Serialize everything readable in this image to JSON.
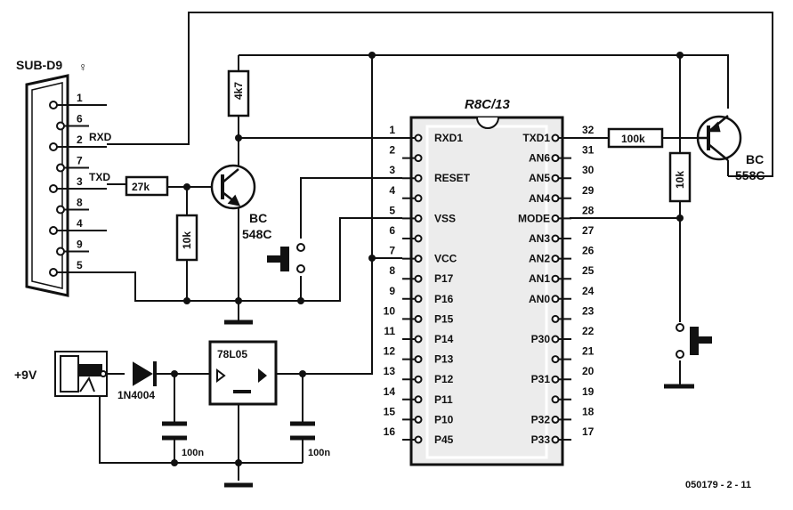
{
  "connector": {
    "title": "SUB-D9",
    "female_symbol": "♀",
    "pins": [
      "1",
      "6",
      "2",
      "7",
      "3",
      "8",
      "4",
      "9",
      "5"
    ],
    "rxd": "RXD",
    "txd": "TXD"
  },
  "chip": {
    "title": "R8C/13",
    "left_pins": [
      {
        "num": "1",
        "name": "RXD1"
      },
      {
        "num": "2",
        "name": ""
      },
      {
        "num": "3",
        "name": "RESET"
      },
      {
        "num": "4",
        "name": ""
      },
      {
        "num": "5",
        "name": "VSS"
      },
      {
        "num": "6",
        "name": ""
      },
      {
        "num": "7",
        "name": "VCC"
      },
      {
        "num": "8",
        "name": "P17"
      },
      {
        "num": "9",
        "name": "P16"
      },
      {
        "num": "10",
        "name": "P15"
      },
      {
        "num": "11",
        "name": "P14"
      },
      {
        "num": "12",
        "name": "P13"
      },
      {
        "num": "13",
        "name": "P12"
      },
      {
        "num": "14",
        "name": "P11"
      },
      {
        "num": "15",
        "name": "P10"
      },
      {
        "num": "16",
        "name": "P45"
      }
    ],
    "right_pins": [
      {
        "num": "32",
        "name": "TXD1"
      },
      {
        "num": "31",
        "name": "AN6"
      },
      {
        "num": "30",
        "name": "AN5"
      },
      {
        "num": "29",
        "name": "AN4"
      },
      {
        "num": "28",
        "name": "MODE"
      },
      {
        "num": "27",
        "name": "AN3"
      },
      {
        "num": "26",
        "name": "AN2"
      },
      {
        "num": "25",
        "name": "AN1"
      },
      {
        "num": "24",
        "name": "AN0"
      },
      {
        "num": "23",
        "name": ""
      },
      {
        "num": "22",
        "name": "P30"
      },
      {
        "num": "21",
        "name": ""
      },
      {
        "num": "20",
        "name": "P31"
      },
      {
        "num": "19",
        "name": ""
      },
      {
        "num": "18",
        "name": "P32"
      },
      {
        "num": "17",
        "name": "P33"
      }
    ]
  },
  "components": {
    "r_4k7": "4k7",
    "r_27k": "27k",
    "r_10k_left": "10k",
    "r_10k_right": "10k",
    "r_100k": "100k",
    "q1_type": "BC",
    "q1_num": "548C",
    "q2_type": "BC",
    "q2_num": "558C",
    "regulator": "78L05",
    "diode": "1N4004",
    "cap1": "100n",
    "cap2": "100n",
    "supply": "+9V"
  },
  "footer": {
    "code": "050179 - 2 - 11"
  }
}
